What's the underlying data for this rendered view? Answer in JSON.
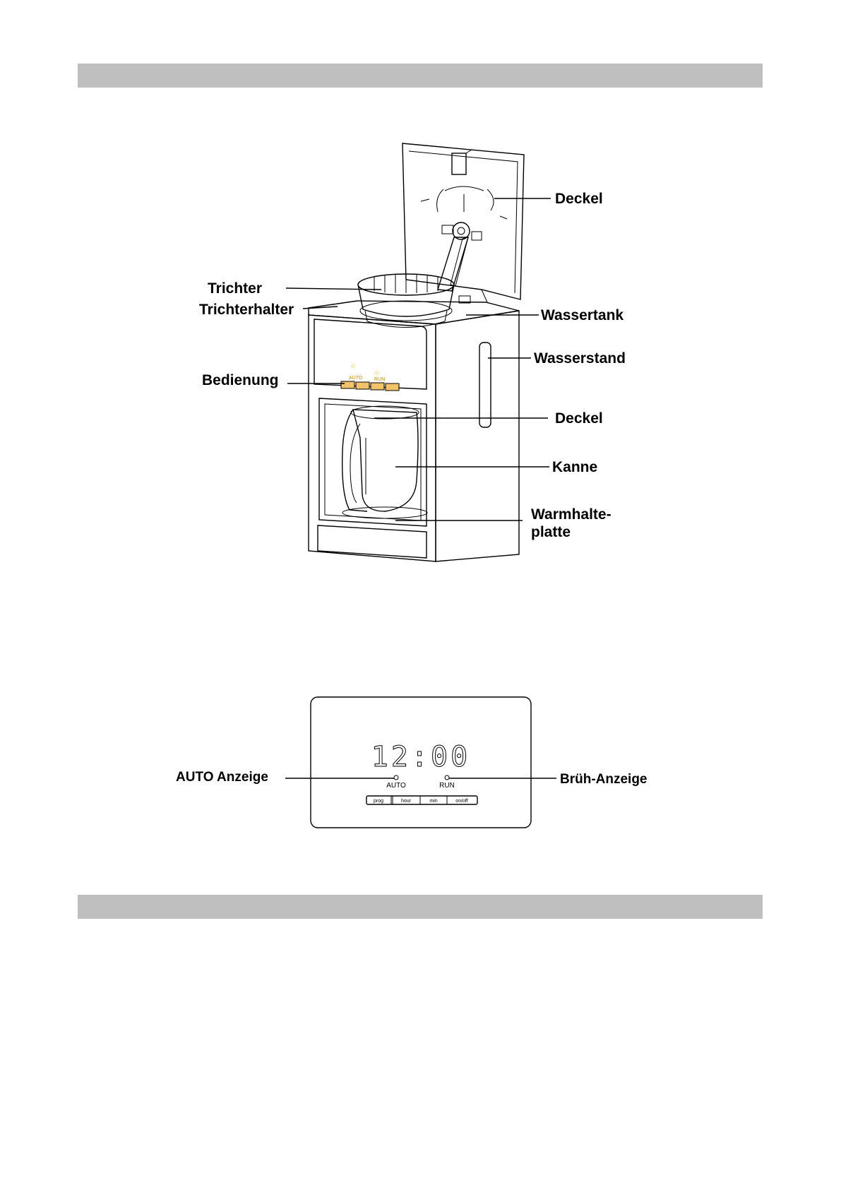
{
  "machine_labels": {
    "deckel_lid": "Deckel",
    "trichter": "Trichter",
    "trichterhalter": "Trichterhalter",
    "wassertank": "Wassertank",
    "wasserstand": "Wasserstand",
    "bedienung": "Bedienung",
    "deckel_kanne": "Deckel",
    "kanne": "Kanne",
    "warmhalte_line1": "Warmhalte-",
    "warmhalte_line2": "platte"
  },
  "machine_panel": {
    "auto": "AUTO",
    "run": "RUN"
  },
  "control_panel": {
    "time": "12:00",
    "auto_indicator": "AUTO",
    "run_indicator": "RUN",
    "buttons": [
      "prog",
      "hour",
      "min",
      "on/off"
    ],
    "auto_label": "AUTO Anzeige",
    "brew_label": "Brüh-Anzeige"
  },
  "colors": {
    "section_bar": "#bfbfbf",
    "accent": "#e8b000"
  }
}
